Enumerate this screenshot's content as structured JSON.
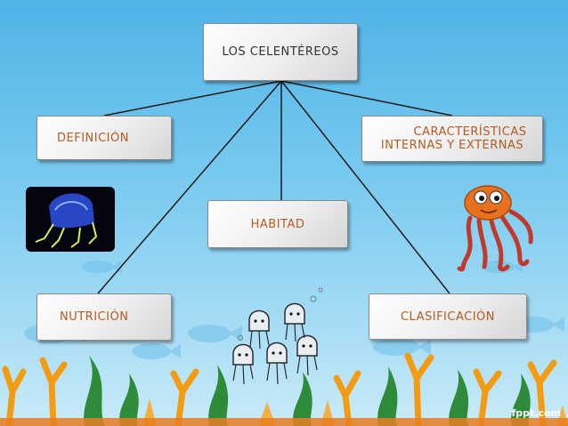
{
  "diagram": {
    "root": "LOS CELENTÉREOS",
    "nodes": {
      "definicion": "DEFINICIÓN",
      "caracteristicas_line1": "CARACTERÍSTICAS",
      "caracteristicas_line2": "INTERNAS Y EXTERNAS",
      "habitat": "HABITAD",
      "nutricion": "NUTRICIÓN",
      "clasificacion": "CLASIFICACIÓN"
    },
    "edges": [
      [
        "root",
        "definicion"
      ],
      [
        "root",
        "caracteristicas"
      ],
      [
        "root",
        "habitat"
      ],
      [
        "root",
        "nutricion"
      ],
      [
        "root",
        "clasificacion"
      ]
    ]
  },
  "colors": {
    "sea_top": "#4fb3e6",
    "sea_bottom": "#c9ebf8",
    "coral": "#f39c12",
    "plant": "#2e8b3a",
    "box_text": "#b55a20"
  },
  "illustrations": [
    "box-jellyfish-icon",
    "orange-octopus-icon",
    "jellyfish-group-icon",
    "fish-silhouettes-icon",
    "coral-reef-icon"
  ],
  "watermark": "fppt.com"
}
